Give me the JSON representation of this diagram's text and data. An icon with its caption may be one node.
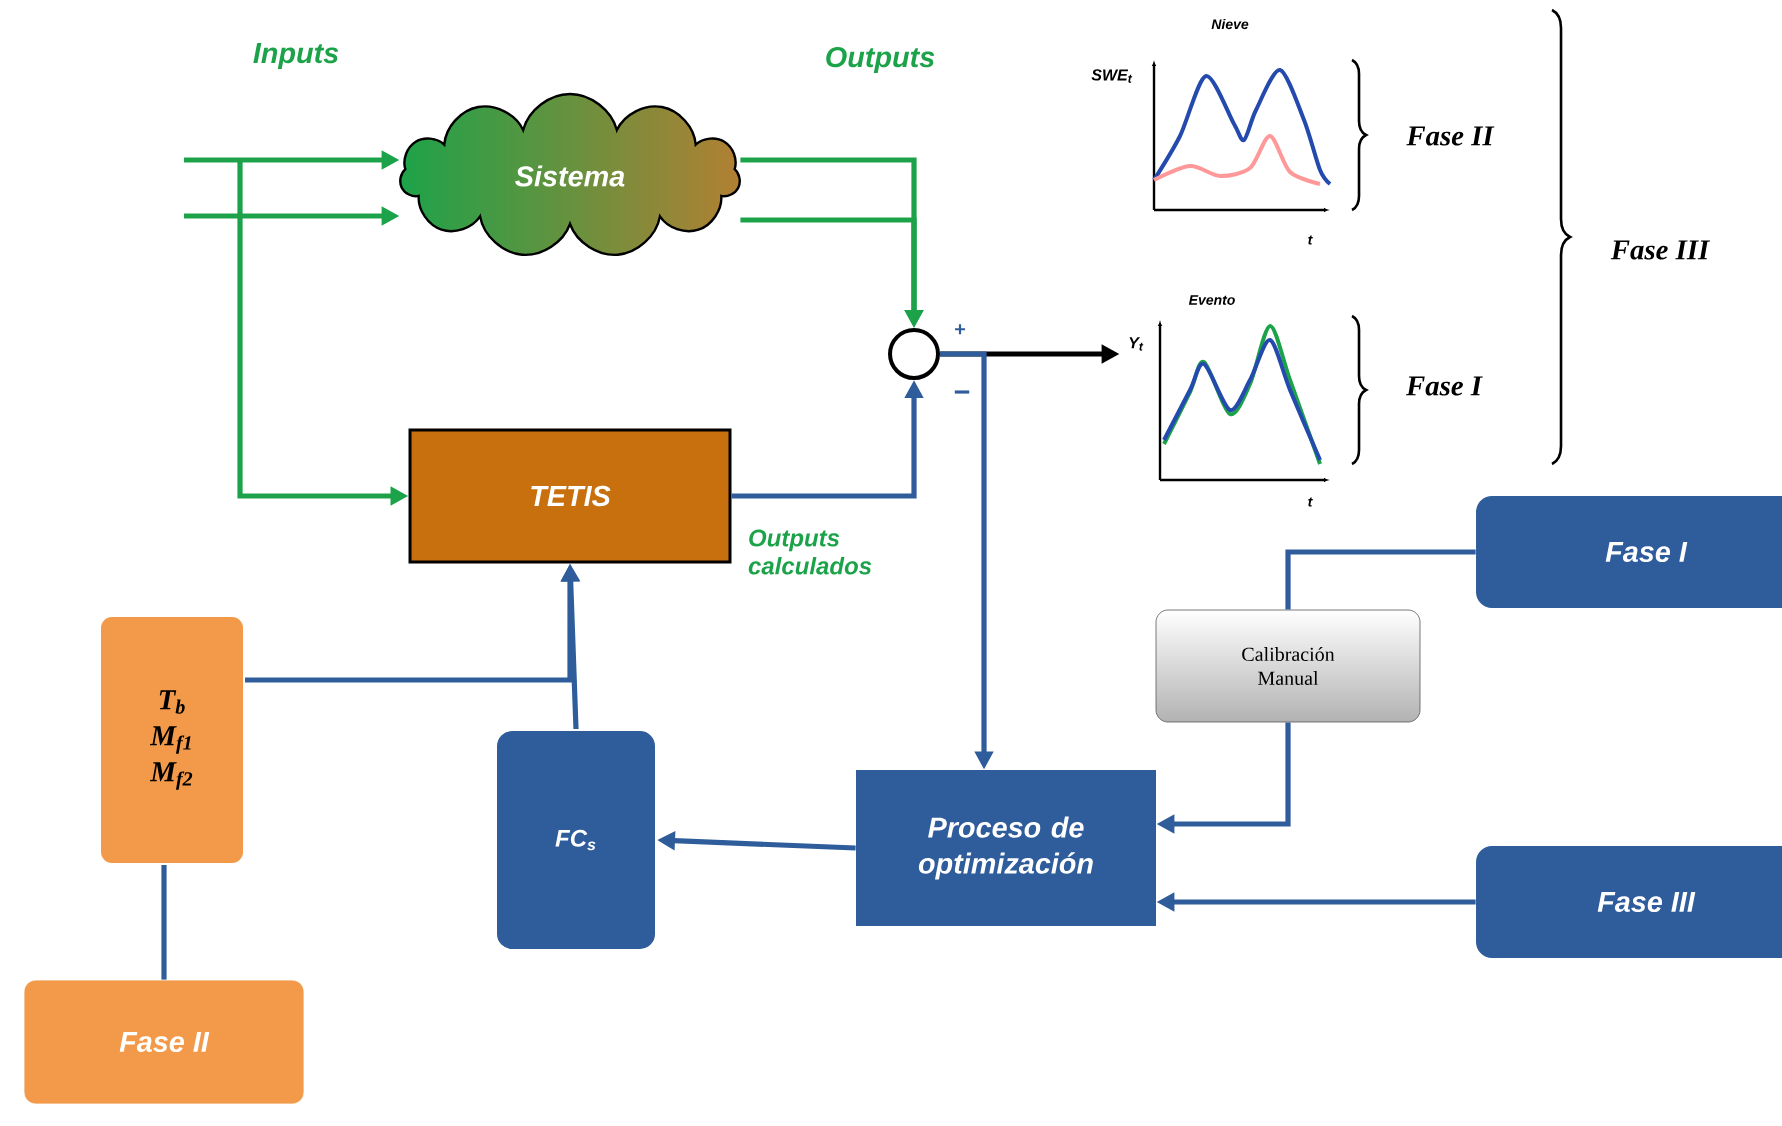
{
  "diagram": {
    "nodes": [
      {
        "text": [
          "Sistema"
        ]
      },
      {
        "text": [
          "TETIS"
        ]
      },
      {
        "text": [],
        "shape": "circle"
      },
      {
        "text": [
          "Nieve",
          "SWE$_{t}$",
          "t"
        ]
      },
      {
        "text": [
          "Evento",
          "Y$_{t}$",
          "t"
        ]
      },
      {
        "text": [
          "T$_{b}$",
          "M$_{f1}$",
          "M$_{f2}$"
        ]
      },
      {
        "text": [
          "Fase II"
        ]
      },
      {
        "text": [
          "FC$_{s}$"
        ]
      },
      {
        "text": [
          "Proceso de optimización"
        ]
      },
      {
        "text": [
          "Calibración Manual"
        ]
      },
      {
        "text": [
          "Fase I"
        ]
      },
      {
        "text": [
          "Fase III"
        ]
      }
    ],
    "edges": [
      {
        "from": null,
        "to": 0,
        "arrow": "to",
        "color": "#1ca34a"
      },
      {
        "from": null,
        "to": 0,
        "arrow": "to",
        "color": "#1ca34a"
      },
      {
        "from": null,
        "to": 1,
        "arrow": "to",
        "color": "#1ca34a"
      },
      {
        "from": 0,
        "to": 2,
        "arrow": "to",
        "color": "#1ca34a"
      },
      {
        "from": 0,
        "to": 2,
        "arrow": "to",
        "color": "#1ca34a"
      },
      {
        "from": 1,
        "to": 2,
        "arrow": "to",
        "label": "Outputs calculados"
      },
      {
        "from": 2,
        "to": 4,
        "arrow": "to",
        "color": "#000000"
      },
      {
        "from": 2,
        "to": 8,
        "arrow": "to"
      },
      {
        "from": 5,
        "to": 1,
        "arrow": "to"
      },
      {
        "from": 7,
        "to": 1,
        "arrow": "to"
      },
      {
        "from": 8,
        "to": 7,
        "arrow": "to"
      },
      {
        "from": 10,
        "to": 9,
        "arrow": "none"
      },
      {
        "from": 9,
        "to": 8,
        "arrow": "to"
      },
      {
        "from": 11,
        "to": 8,
        "arrow": "to"
      },
      {
        "from": 6,
        "to": 5,
        "arrow": "none"
      }
    ],
    "labels": [
      "Inputs",
      "Outputs",
      "Fase II",
      "Fase III",
      "+",
      "−",
      "Fase I"
    ]
  }
}
